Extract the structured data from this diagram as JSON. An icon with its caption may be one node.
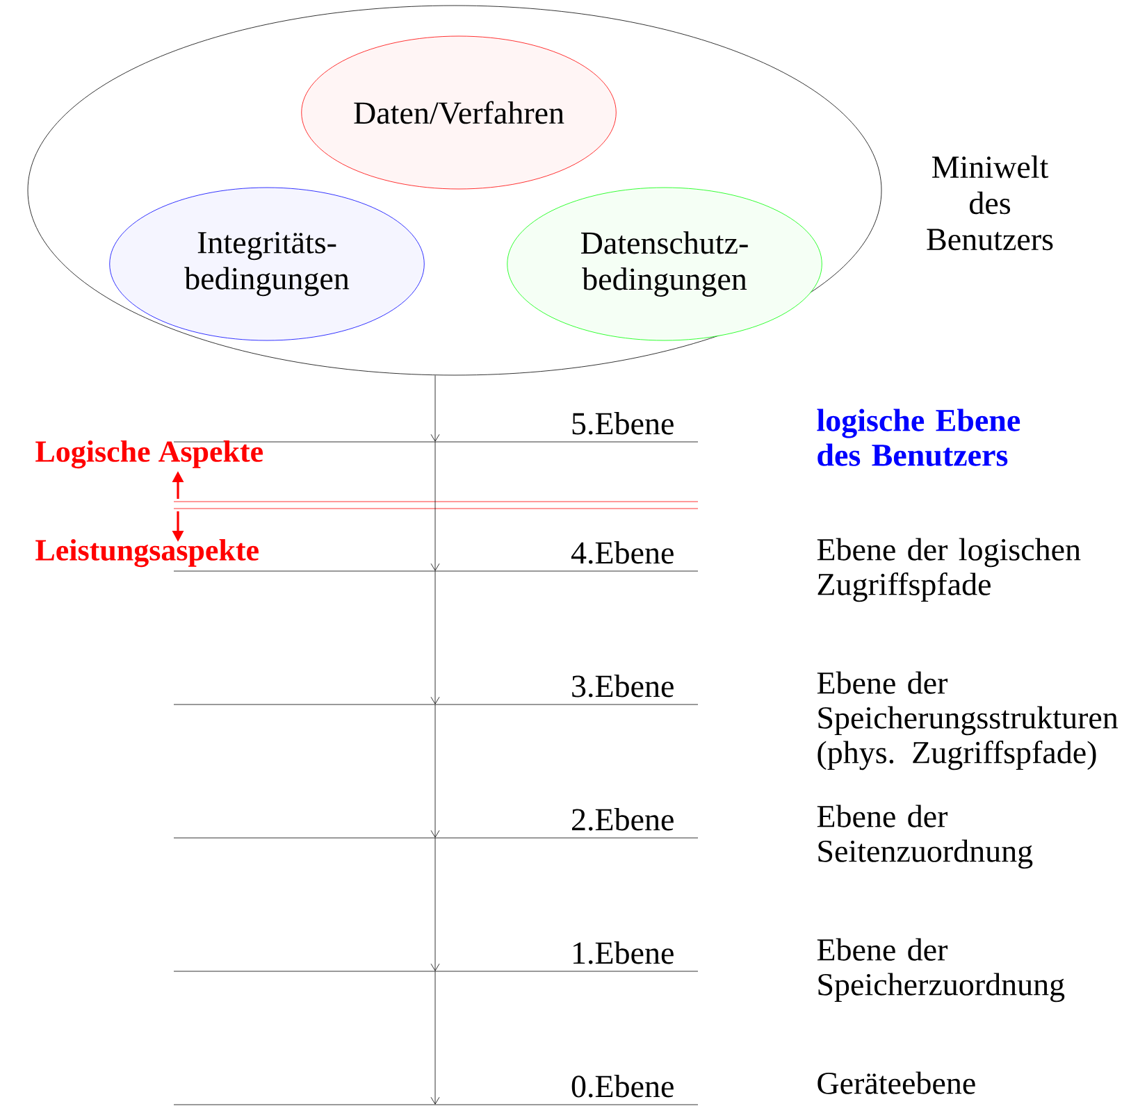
{
  "diagram": {
    "nodes": [
      {
        "text": [
          "Miniwelt des Benutzers"
        ]
      },
      {
        "text": [
          "Daten/Verfahren"
        ],
        "in": 0
      },
      {
        "text": [
          "Integritäts- bedingungen"
        ],
        "in": 0
      },
      {
        "text": [
          "Datenschutz- bedingungen"
        ],
        "in": 0
      },
      {
        "text": [
          "5.Ebene"
        ]
      },
      {
        "text": [
          "4.Ebene"
        ]
      },
      {
        "text": [
          "3.Ebene"
        ]
      },
      {
        "text": [
          "2.Ebene"
        ]
      },
      {
        "text": [
          "1.Ebene"
        ]
      },
      {
        "text": [
          "0.Ebene"
        ]
      }
    ],
    "edges": [
      {
        "from": 0,
        "to": 4,
        "arrow": "to"
      },
      {
        "from": 4,
        "to": 5,
        "arrow": "to"
      },
      {
        "from": 5,
        "to": 6,
        "arrow": "to"
      },
      {
        "from": 6,
        "to": 7,
        "arrow": "to"
      },
      {
        "from": 7,
        "to": 8,
        "arrow": "to"
      },
      {
        "from": 8,
        "to": 9,
        "arrow": "to"
      }
    ],
    "labels": [
      "logische Ebene des Benutzers",
      "Logische Aspekte",
      "Leistungsaspekte",
      "Ebene der logischen Zugriffspfade",
      "Ebene der Speicherungsstrukturen (phys. Zugriffspfade)",
      "Ebene der Seitenzuordnung",
      "Ebene der Speicherzuordnung",
      "Geräteebene"
    ]
  }
}
